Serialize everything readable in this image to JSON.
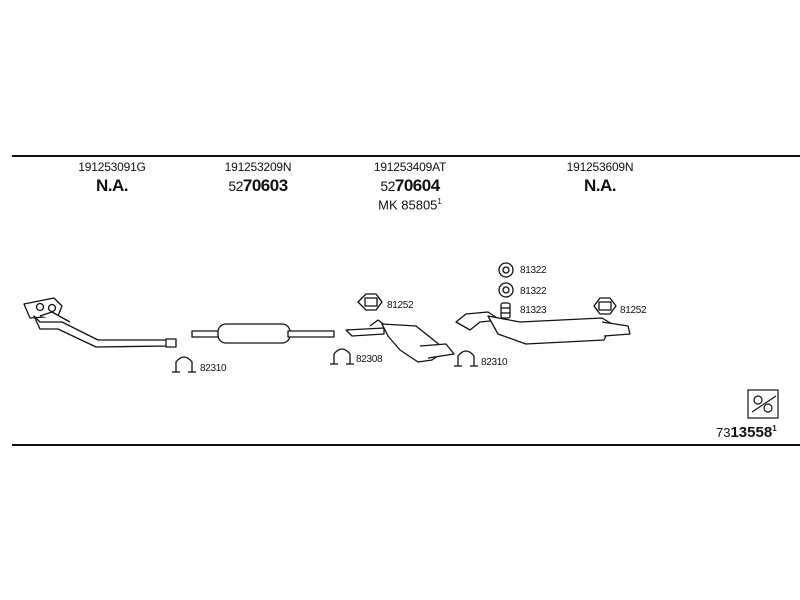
{
  "sections": [
    {
      "oe": "191253091G",
      "number_main": "N.A.",
      "number_prefix": "",
      "kit": ""
    },
    {
      "oe": "191253209N",
      "number_prefix": "52",
      "number_main": "70603",
      "kit": ""
    },
    {
      "oe": "191253409AT",
      "number_prefix": "52",
      "number_main": "70604",
      "kit": "MK 85805",
      "kit_sup": "1"
    },
    {
      "oe": "191253609N",
      "number_main": "N.A.",
      "number_prefix": "",
      "kit": ""
    }
  ],
  "fittings": [
    {
      "label": "82310"
    },
    {
      "label": "82308"
    },
    {
      "label": "81252"
    },
    {
      "label": "82310"
    },
    {
      "label": "81322"
    },
    {
      "label": "81322"
    },
    {
      "label": "81323"
    },
    {
      "label": "81252"
    }
  ],
  "diagram_code": {
    "prefix": "73",
    "main": "13558",
    "sup": "1"
  }
}
